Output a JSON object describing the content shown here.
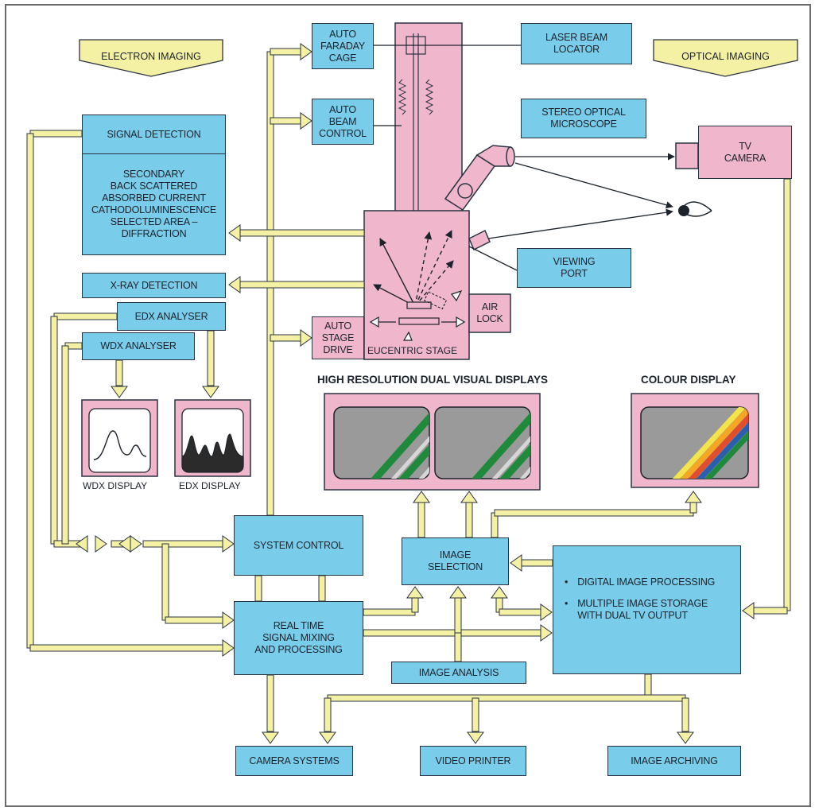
{
  "colors": {
    "arrow_fill": "#f4f0a4",
    "box_blue": "#79cdea",
    "box_pink": "#efb6cc",
    "display_grey": "#9a9a9a",
    "stripe_green": "#1f8a3c"
  },
  "banners": {
    "electron_imaging": "ELECTRON IMAGING",
    "optical_imaging": "OPTICAL IMAGING"
  },
  "column": {
    "auto_faraday_cage": "AUTO\nFARADAY\nCAGE",
    "auto_beam_control": "AUTO\nBEAM\nCONTROL",
    "laser_beam_locator": "LASER BEAM\nLOCATOR",
    "stereo_optical_microscope": "STEREO OPTICAL\nMICROSCOPE",
    "tv_camera": "TV\nCAMERA",
    "viewing_port": "VIEWING\nPORT",
    "air_lock": "AIR\nLOCK",
    "auto_stage_drive": "AUTO\nSTAGE\nDRIVE",
    "eucentric_stage": "EUCENTRIC STAGE"
  },
  "signal_detection": {
    "title": "SIGNAL DETECTION",
    "items": "SECONDARY\nBACK SCATTERED\nABSORBED CURRENT\nCATHODOLUMINESCENCE\nSELECTED AREA –\nDIFFRACTION"
  },
  "xray": {
    "detection": "X-RAY  DETECTION",
    "edx_analyser": "EDX ANALYSER",
    "wdx_analyser": "WDX ANALYSER",
    "wdx_display": "WDX DISPLAY",
    "edx_display": "EDX DISPLAY"
  },
  "displays": {
    "dual_heading": "HIGH RESOLUTION DUAL VISUAL DISPLAYS",
    "colour_heading": "COLOUR DISPLAY"
  },
  "processing": {
    "system_control": "SYSTEM CONTROL",
    "real_time": "REAL TIME\nSIGNAL MIXING\nAND PROCESSING",
    "image_selection": "IMAGE\nSELECTION",
    "image_analysis": "IMAGE ANALYSIS",
    "digital_bullets": [
      "DIGITAL IMAGE PROCESSING",
      "MULTIPLE IMAGE STORAGE\nWITH DUAL TV OUTPUT"
    ]
  },
  "outputs": {
    "camera_systems": "CAMERA SYSTEMS",
    "video_printer": "VIDEO PRINTER",
    "image_archiving": "IMAGE ARCHIVING"
  }
}
